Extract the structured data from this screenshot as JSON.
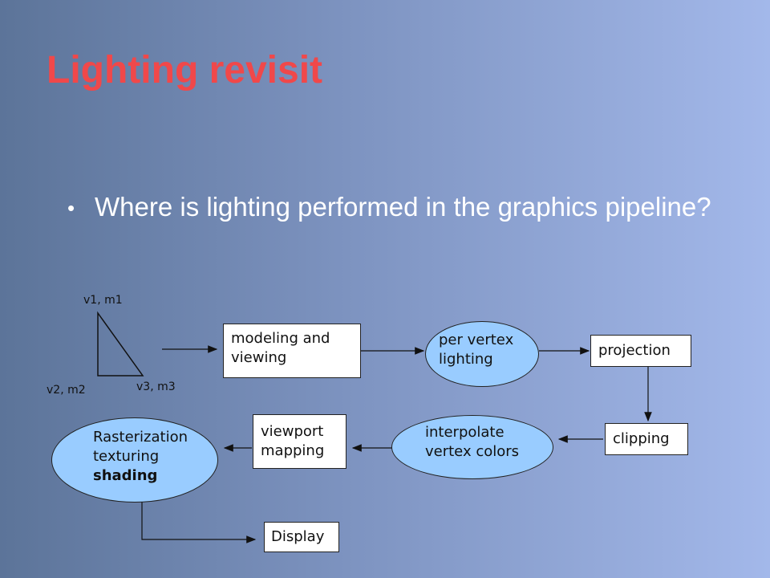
{
  "slide": {
    "title": "Lighting revisit",
    "bullet": "Where is lighting performed in the graphics pipeline?"
  },
  "triangle": {
    "v1": "v1, m1",
    "v2": "v2, m2",
    "v3": "v3, m3"
  },
  "pipeline": {
    "modeling_1": "modeling and",
    "modeling_2": "viewing",
    "lighting_1": "per vertex",
    "lighting_2": "lighting",
    "projection": "projection",
    "clipping": "clipping",
    "interp_1": "interpolate",
    "interp_2": "vertex colors",
    "viewport_1": "viewport",
    "viewport_2": "mapping",
    "raster_1": "Rasterization",
    "raster_2": "texturing",
    "raster_3": "shading",
    "display": "Display"
  },
  "colors": {
    "title": "#f0484a",
    "ellipse_fill": "#99ccff",
    "background_left": "#5c7499",
    "background_right": "#a3b8ea"
  }
}
